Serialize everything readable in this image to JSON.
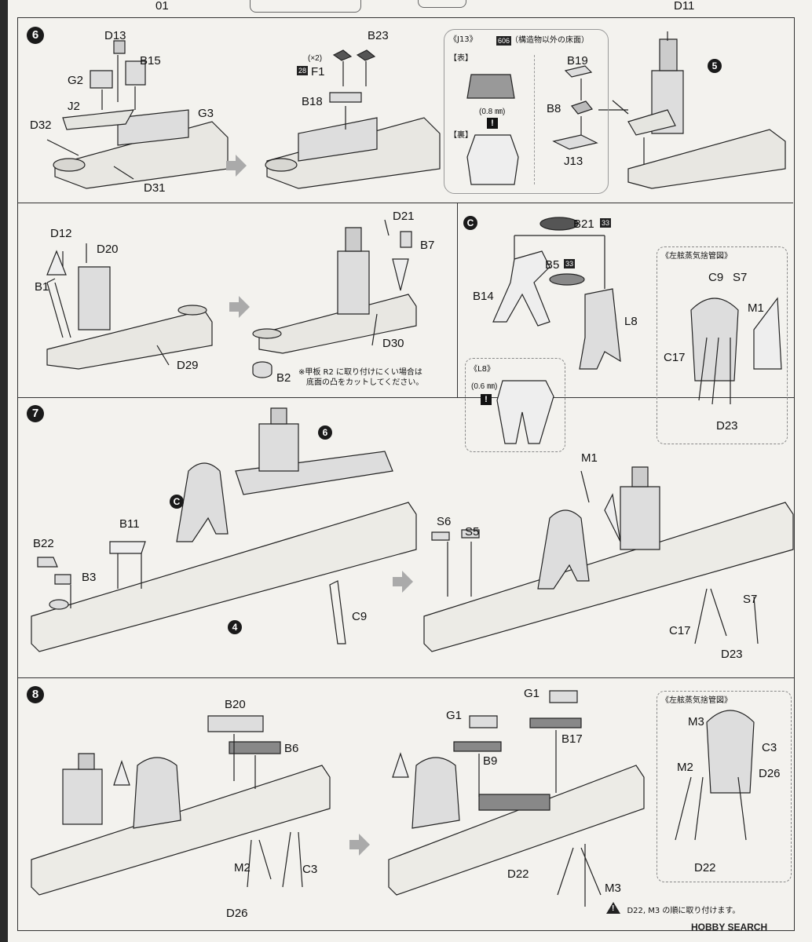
{
  "top_strip": {
    "left_text": "01",
    "right_text": "D11"
  },
  "step6": {
    "number": "6",
    "labels": {
      "D13": "D13",
      "B15": "B15",
      "G2": "G2",
      "J2": "J2",
      "G3": "G3",
      "D32": "D32",
      "D31": "D31",
      "B23": "B23",
      "F1": "F1",
      "x2": "(×2)",
      "tag28": "28",
      "B18": "B18"
    },
    "j13_box": {
      "title": "《J13》",
      "tag": "606",
      "note": "（構造物以外の床面）",
      "front": "【表】",
      "back": "【裏】",
      "thickness": "(0.8 ㎜)",
      "B19": "B19",
      "B8": "B8",
      "J13": "J13"
    },
    "ref5": "5",
    "row2": {
      "D12": "D12",
      "D20": "D20",
      "B1": "B1",
      "D29": "D29",
      "D21": "D21",
      "B7": "B7",
      "D30": "D30",
      "B2": "B2",
      "note_line1": "※甲板 R2 に取り付けにくい場合は",
      "note_line2": "底面の凸をカットしてください。"
    }
  },
  "subC": {
    "letter": "C",
    "B21": "B21",
    "tag33a": "33",
    "B5": "B5",
    "tag33b": "33",
    "B14": "B14",
    "L8": "L8",
    "l8_box": {
      "title": "《L8》",
      "thickness": "(0.6 ㎜)"
    },
    "port_box": {
      "title": "《左舷蒸気捨管図》",
      "C9": "C9",
      "S7": "S7",
      "M1": "M1",
      "C17": "C17",
      "D23": "D23"
    }
  },
  "step7": {
    "number": "7",
    "ref6": "6",
    "refC": "C",
    "ref4": "4",
    "labels": {
      "B11": "B11",
      "B22": "B22",
      "B3": "B3",
      "C9": "C9",
      "S6": "S6",
      "S5": "S5",
      "M1": "M1",
      "S7": "S7",
      "C17": "C17",
      "D23": "D23"
    }
  },
  "step8": {
    "number": "8",
    "labels": {
      "B20": "B20",
      "B6": "B6",
      "M2": "M2",
      "C3": "C3",
      "D26": "D26",
      "G1a": "G1",
      "G1b": "G1",
      "B17": "B17",
      "B9": "B9",
      "D22": "D22",
      "M3": "M3"
    },
    "port_box": {
      "title": "《左舷蒸気捨管図》",
      "M3": "M3",
      "C3": "C3",
      "M2": "M2",
      "D26": "D26",
      "D22": "D22"
    },
    "warning": "D22, M3 の順に取り付けます。"
  },
  "watermark": "HOBBY SEARCH",
  "icons": [
    "warning-icon",
    "exclamation-icon",
    "arrow-right-icon"
  ]
}
